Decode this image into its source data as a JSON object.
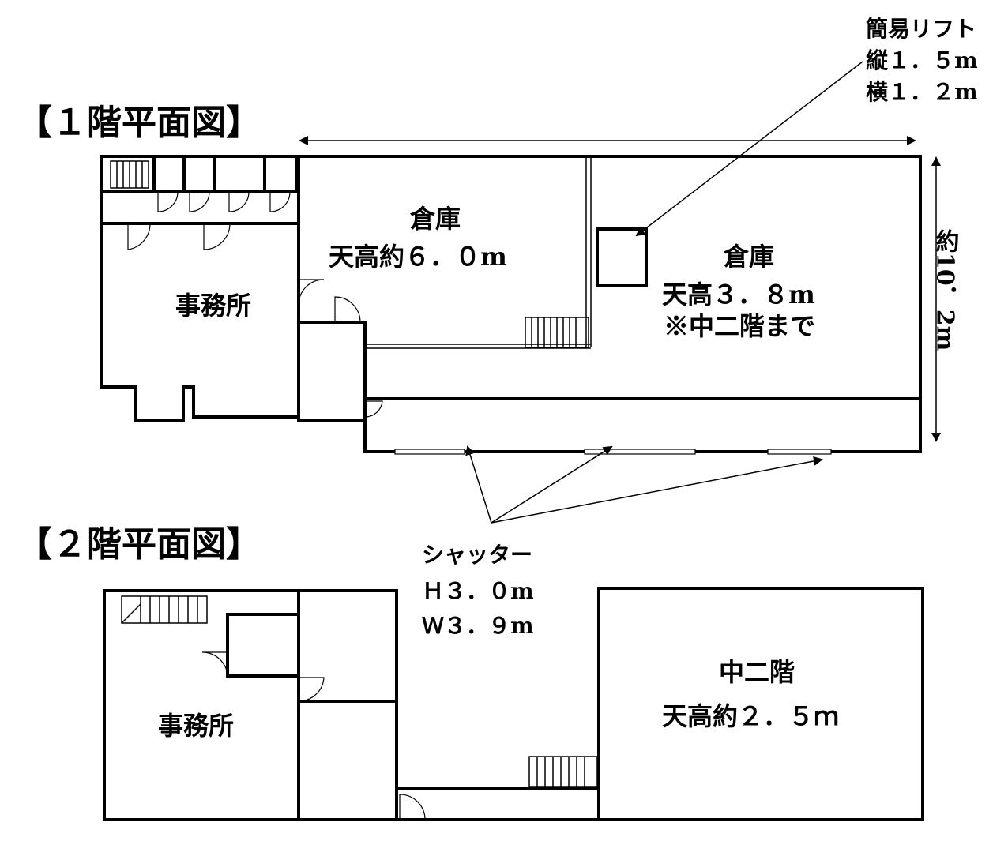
{
  "floor1": {
    "title": "【１階平面図】",
    "office": "事務所",
    "warehouse_a": {
      "name": "倉庫",
      "ceiling": "天高約６．０m"
    },
    "warehouse_b": {
      "name": "倉庫",
      "ceiling": "天高３．８m",
      "note": "※中二階まで"
    },
    "width_dim": "約10．2m"
  },
  "lift": {
    "name": "簡易リフト",
    "length": "縦１．５m",
    "width": "横１．２m"
  },
  "shutter": {
    "name": "シャッター",
    "height": "Ｈ３．０m",
    "width": "Ｗ３．９m"
  },
  "floor2": {
    "title": "【２階平面図】",
    "office": "事務所",
    "mezzanine": {
      "name": "中二階",
      "ceiling": "天高約２．５ｍ"
    }
  }
}
